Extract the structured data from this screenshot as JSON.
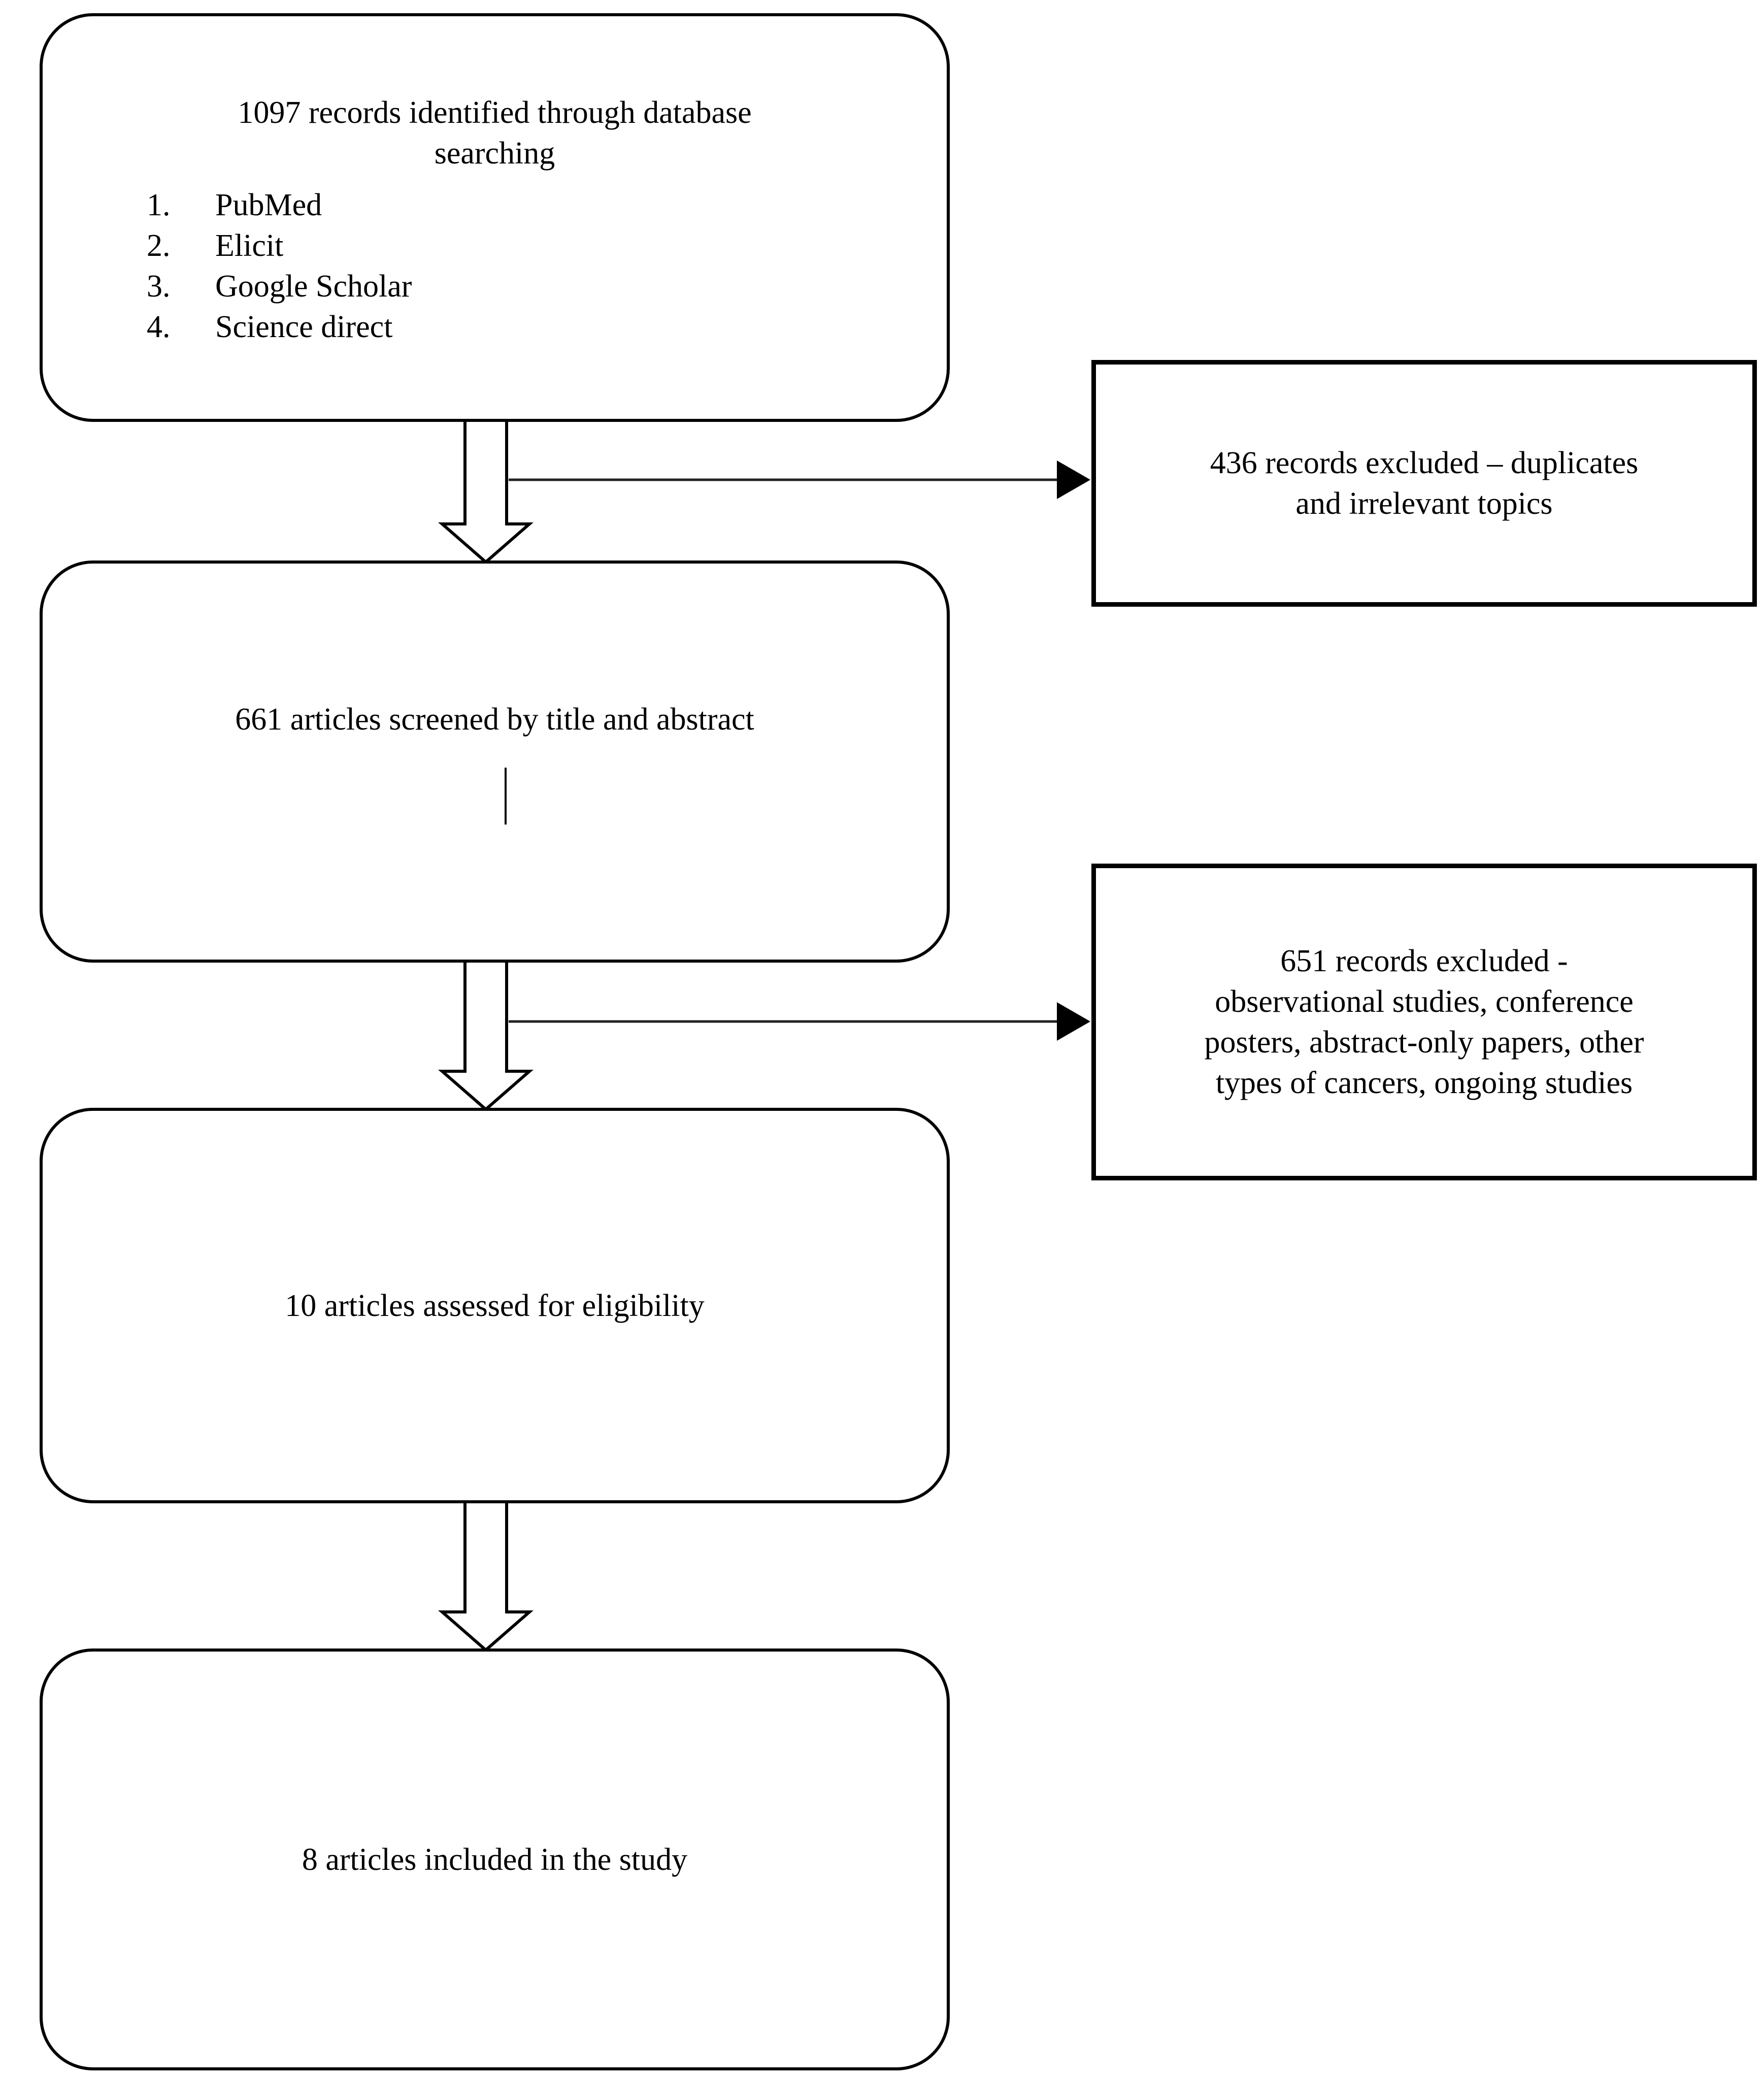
{
  "figure": {
    "background": "#ffffff",
    "text_color": "#000000",
    "border_color": "#000000",
    "boxes": {
      "identification": {
        "title_lines": [
          "1097 records identified through database",
          "searching"
        ],
        "sources": [
          {
            "num": "1.",
            "label": "PubMed"
          },
          {
            "num": "2.",
            "label": "Elicit"
          },
          {
            "num": "3.",
            "label": "Google Scholar"
          },
          {
            "num": "4.",
            "label": "Science direct"
          }
        ]
      },
      "screening": {
        "label": "661 articles screened by title and abstract"
      },
      "eligibility": {
        "label": "10 articles assessed for eligibility"
      },
      "included": {
        "label": "8 articles included in the study"
      }
    },
    "exclusions": {
      "first": {
        "lines": [
          "436 records excluded – duplicates",
          "and irrelevant topics"
        ]
      },
      "second": {
        "lines": [
          "651 records excluded -",
          "observational studies, conference",
          "posters, abstract-only papers, other",
          "types of cancers, ongoing studies"
        ]
      }
    }
  }
}
